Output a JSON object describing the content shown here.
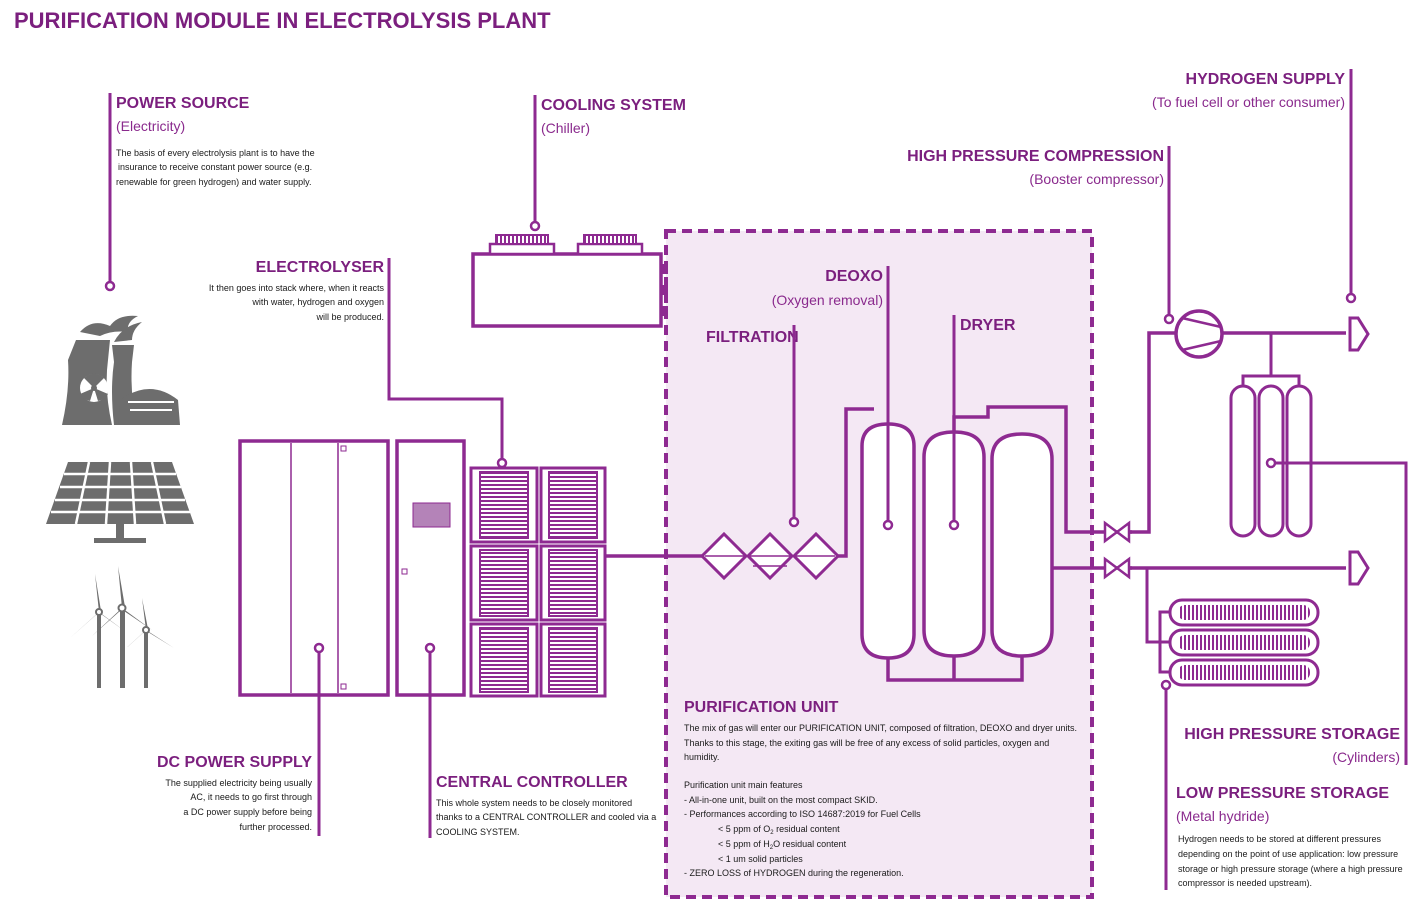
{
  "title": "PURIFICATION MODULE IN ELECTROLYSIS PLANT",
  "colors": {
    "accent": "#8e2a91",
    "title": "#7b1f7e",
    "icons": "#6d6d6d",
    "purification_bg": "#f4e8f4"
  },
  "power_source": {
    "title": "POWER SOURCE",
    "subtitle": "(Electricity)",
    "text": [
      "The basis of every electrolysis plant is to have the",
      "insurance to receive constant power source (e.g.",
      "renewable for green hydrogen) and water supply."
    ],
    "icons": [
      "nuclear-plant-icon",
      "solar-panel-icon",
      "wind-turbine-icon"
    ]
  },
  "cooling_system": {
    "title": "COOLING SYSTEM",
    "subtitle": "(Chiller)"
  },
  "electrolyser": {
    "title": "ELECTROLYSER",
    "text": [
      "It then goes into stack where, when it reacts",
      "with water, hydrogen and oxygen",
      "will be produced."
    ]
  },
  "dc_power_supply": {
    "title": "DC POWER SUPPLY",
    "text": [
      "The supplied electricity being usually",
      "AC, it needs to go first through",
      "a DC power supply before being",
      "further processed."
    ]
  },
  "central_controller": {
    "title": "CENTRAL CONTROLLER",
    "text": [
      "This whole system needs to be closely monitored",
      "thanks to a CENTRAL CONTROLLER and cooled via a",
      "COOLING SYSTEM."
    ]
  },
  "deoxo": {
    "title": "DEOXO",
    "subtitle": "(Oxygen removal)"
  },
  "filtration": {
    "title": "FILTRATION"
  },
  "dryer": {
    "title": "DRYER"
  },
  "purification_unit": {
    "title": "PURIFICATION UNIT",
    "intro": [
      "The mix of gas will enter our PURIFICATION UNIT, composed of filtration, DEOXO and dryer units.",
      "Thanks to this stage, the exiting gas will be free of any excess of solid particles, oxygen and",
      "humidity."
    ],
    "features_title": "Purification unit main features",
    "features": [
      "- All-in-one unit, built on the most compact SKID.",
      "- Performances according to ISO 14687:2019 for Fuel Cells"
    ],
    "specs": [
      {
        "pre": "< 5 ppm of O",
        "sub": "2",
        "post": " residual content"
      },
      {
        "pre": "< 5 ppm of H",
        "sub": "2",
        "post": "O residual content"
      },
      {
        "pre": "< 1 um solid particles",
        "sub": "",
        "post": ""
      }
    ],
    "closing": "- ZERO LOSS of HYDROGEN during the regeneration."
  },
  "hydrogen_supply": {
    "title": "HYDROGEN SUPPLY",
    "subtitle": "(To fuel cell or other consumer)"
  },
  "high_pressure_compression": {
    "title": "HIGH PRESSURE COMPRESSION",
    "subtitle": "(Booster compressor)"
  },
  "high_pressure_storage": {
    "title": "HIGH PRESSURE STORAGE",
    "subtitle": "(Cylinders)"
  },
  "low_pressure_storage": {
    "title": "LOW PRESSURE STORAGE",
    "subtitle": "(Metal hydride)",
    "text": [
      "Hydrogen needs to be stored at different pressures",
      "depending on the point of use application: low pressure",
      "storage or high pressure storage (where a high pressure",
      "compressor is needed upstream)."
    ]
  }
}
